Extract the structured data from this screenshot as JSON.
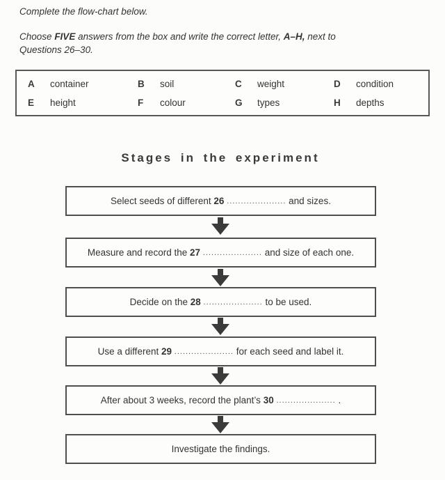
{
  "colors": {
    "background": "#fcfcfb",
    "box_border": "#4e4e4e",
    "answer_box_border": "#585858",
    "arrow": "#3b3b3b",
    "text": "#2f2f2f"
  },
  "instructions": {
    "line1": "Complete the flow-chart below.",
    "choose": {
      "pre": "Choose",
      "bold_five": "FIVE",
      "mid": "answers from the box and write the correct letter,",
      "bold_range": "A–H,",
      "post": "next to",
      "line2": "Questions 26–30."
    }
  },
  "answer_box": {
    "options": [
      {
        "letter": "A",
        "word": "container"
      },
      {
        "letter": "B",
        "word": "soil"
      },
      {
        "letter": "C",
        "word": "weight"
      },
      {
        "letter": "D",
        "word": "condition"
      },
      {
        "letter": "E",
        "word": "height"
      },
      {
        "letter": "F",
        "word": "colour"
      },
      {
        "letter": "G",
        "word": "types"
      },
      {
        "letter": "H",
        "word": "depths"
      }
    ]
  },
  "flowchart": {
    "title": "Stages in the experiment",
    "boxes": [
      {
        "pre": "Select seeds of different",
        "num": "26",
        "dots": ".....................",
        "post": "and sizes."
      },
      {
        "pre": "Measure and record the",
        "num": "27",
        "dots": ".....................",
        "post": "and size of each one."
      },
      {
        "pre": "Decide on the",
        "num": "28",
        "dots": ".....................",
        "post": "to be used."
      },
      {
        "pre": "Use a different",
        "num": "29",
        "dots": ".....................",
        "post": "for each seed and label it."
      },
      {
        "pre": "After about 3 weeks, record the plant’s",
        "num": "30",
        "dots": ".....................",
        "post": "."
      },
      {
        "pre": "Investigate the findings.",
        "num": "",
        "dots": "",
        "post": ""
      }
    ]
  }
}
